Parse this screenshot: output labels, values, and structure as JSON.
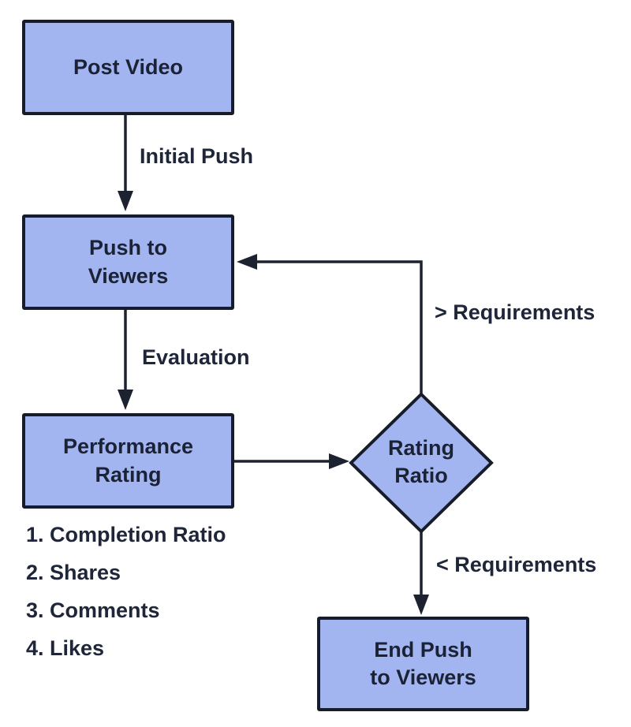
{
  "diagram": {
    "nodes": {
      "post_video": {
        "label": "Post Video",
        "shape": "rectangle"
      },
      "push_to_viewers": {
        "label": "Push to\nViewers",
        "shape": "rectangle"
      },
      "performance_rating": {
        "label": "Performance\nRating",
        "shape": "rectangle"
      },
      "rating_ratio": {
        "label": "Rating\nRatio",
        "shape": "diamond"
      },
      "end_push_to_viewers": {
        "label": "End Push\nto Viewers",
        "shape": "rectangle"
      }
    },
    "edges": {
      "post_to_push": {
        "label": "Initial Push",
        "from": "post_video",
        "to": "push_to_viewers"
      },
      "push_to_rating": {
        "label": "Evaluation",
        "from": "push_to_viewers",
        "to": "performance_rating"
      },
      "rating_to_diamond": {
        "label": "",
        "from": "performance_rating",
        "to": "rating_ratio"
      },
      "diamond_to_push": {
        "label": "> Requirements",
        "from": "rating_ratio",
        "to": "push_to_viewers"
      },
      "diamond_to_end": {
        "label": "< Requirements",
        "from": "rating_ratio",
        "to": "end_push_to_viewers"
      }
    },
    "criteria_list": {
      "items": [
        "1. Completion Ratio",
        "2. Shares",
        "3. Comments",
        "4. Likes"
      ]
    },
    "colors": {
      "node_fill": "#a3b5f0",
      "node_border": "#171c29",
      "line": "#1c2230",
      "text": "#1b2236",
      "background": "#ffffff"
    }
  }
}
